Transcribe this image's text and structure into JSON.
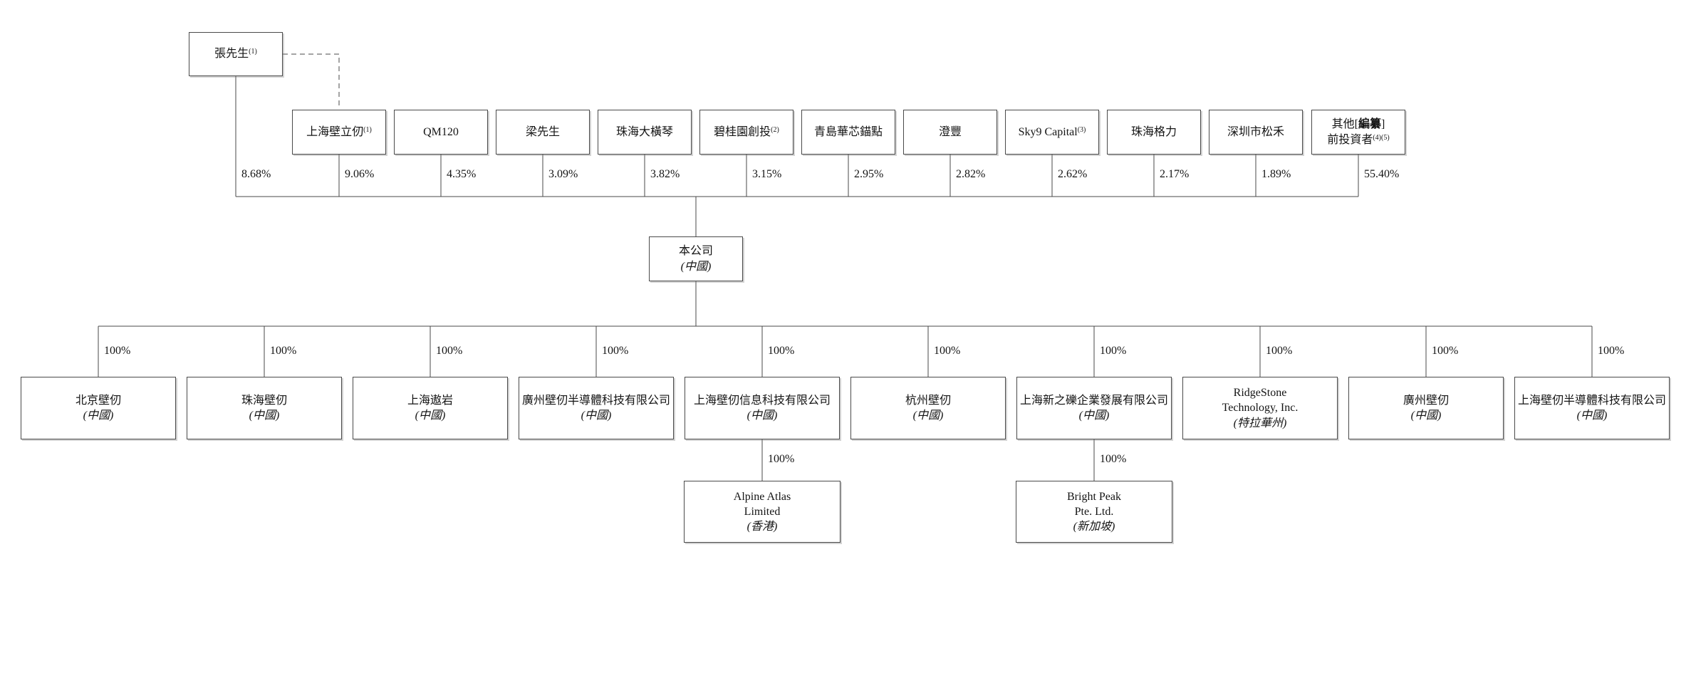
{
  "diagram": {
    "line_color": "#4a4a4a",
    "top_shareholder": {
      "label": [
        [
          {
            "t": "張先生"
          },
          {
            "t": "(1)",
            "sup": true
          }
        ]
      ],
      "percent": "8.68%"
    },
    "shareholders": [
      {
        "label": [
          [
            {
              "t": "上海壁立仞"
            },
            {
              "t": "(1)",
              "sup": true
            }
          ]
        ],
        "percent": "9.06%"
      },
      {
        "label": [
          [
            {
              "t": "QM120"
            }
          ]
        ],
        "percent": "4.35%"
      },
      {
        "label": [
          [
            {
              "t": "梁先生"
            }
          ]
        ],
        "percent": "3.09%"
      },
      {
        "label": [
          [
            {
              "t": "珠海大橫琴"
            }
          ]
        ],
        "percent": "3.82%"
      },
      {
        "label": [
          [
            {
              "t": "碧桂園創投"
            },
            {
              "t": "(2)",
              "sup": true
            }
          ]
        ],
        "percent": "3.15%"
      },
      {
        "label": [
          [
            {
              "t": "青島華芯錨點"
            }
          ]
        ],
        "percent": "2.95%"
      },
      {
        "label": [
          [
            {
              "t": "澄豐"
            }
          ]
        ],
        "percent": "2.82%"
      },
      {
        "label": [
          [
            {
              "t": "Sky9 Capital"
            },
            {
              "t": "(3)",
              "sup": true
            }
          ]
        ],
        "percent": "2.62%"
      },
      {
        "label": [
          [
            {
              "t": "珠海格力"
            }
          ]
        ],
        "percent": "2.17%"
      },
      {
        "label": [
          [
            {
              "t": "深圳市松禾"
            }
          ]
        ],
        "percent": "1.89%"
      },
      {
        "label": [
          [
            {
              "t": "其他["
            },
            {
              "t": "編纂",
              "b": true
            },
            {
              "t": "]"
            }
          ],
          [
            {
              "t": "前投資者"
            },
            {
              "t": "(4)(5)",
              "sup": true
            }
          ]
        ],
        "percent": "55.40%"
      }
    ],
    "company": {
      "label": [
        [
          {
            "t": "本公司"
          }
        ],
        [
          {
            "t": "(中國)",
            "i": true
          }
        ]
      ]
    },
    "subsidiaries": [
      {
        "label": [
          [
            {
              "t": "北京壁仞"
            }
          ],
          [
            {
              "t": "(中國)",
              "i": true
            }
          ]
        ],
        "percent": "100%"
      },
      {
        "label": [
          [
            {
              "t": "珠海壁仞"
            }
          ],
          [
            {
              "t": "(中國)",
              "i": true
            }
          ]
        ],
        "percent": "100%"
      },
      {
        "label": [
          [
            {
              "t": "上海遨岩"
            }
          ],
          [
            {
              "t": "(中國)",
              "i": true
            }
          ]
        ],
        "percent": "100%"
      },
      {
        "label": [
          [
            {
              "t": "廣州壁仞半導體科技有限公司"
            }
          ],
          [
            {
              "t": "(中國)",
              "i": true
            }
          ]
        ],
        "percent": "100%"
      },
      {
        "label": [
          [
            {
              "t": "上海壁仞信息科技有限公司"
            }
          ],
          [
            {
              "t": "(中國)",
              "i": true
            }
          ]
        ],
        "percent": "100%",
        "child": {
          "label": [
            [
              {
                "t": "Alpine Atlas"
              }
            ],
            [
              {
                "t": "Limited"
              }
            ],
            [
              {
                "t": "(香港)",
                "i": true
              }
            ]
          ],
          "percent": "100%"
        }
      },
      {
        "label": [
          [
            {
              "t": "杭州壁仞"
            }
          ],
          [
            {
              "t": "(中國)",
              "i": true
            }
          ]
        ],
        "percent": "100%"
      },
      {
        "label": [
          [
            {
              "t": "上海新之礫企業發展有限公司"
            }
          ],
          [
            {
              "t": "(中國)",
              "i": true
            }
          ]
        ],
        "percent": "100%",
        "child": {
          "label": [
            [
              {
                "t": "Bright Peak"
              }
            ],
            [
              {
                "t": "Pte. Ltd."
              }
            ],
            [
              {
                "t": "(新加坡)",
                "i": true
              }
            ]
          ],
          "percent": "100%"
        }
      },
      {
        "label": [
          [
            {
              "t": "RidgeStone"
            }
          ],
          [
            {
              "t": "Technology, Inc."
            }
          ],
          [
            {
              "t": "(特拉華州)",
              "i": true
            }
          ]
        ],
        "percent": "100%"
      },
      {
        "label": [
          [
            {
              "t": "廣州壁仞"
            }
          ],
          [
            {
              "t": "(中國)",
              "i": true
            }
          ]
        ],
        "percent": "100%"
      },
      {
        "label": [
          [
            {
              "t": "上海壁仞半導體科技有限公司"
            }
          ],
          [
            {
              "t": "(中國)",
              "i": true
            }
          ]
        ],
        "percent": "100%"
      }
    ]
  }
}
